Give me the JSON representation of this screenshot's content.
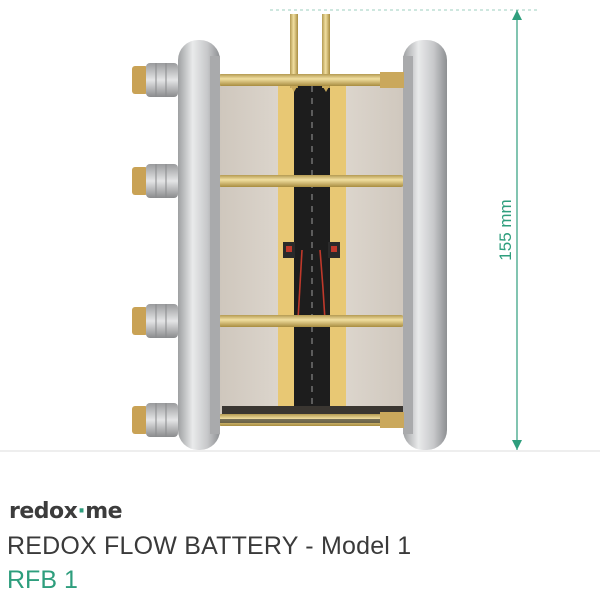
{
  "brand": {
    "prefix": "redox",
    "accent": "·",
    "suffix": "me"
  },
  "product": {
    "title": "REDOX FLOW BATTERY - Model 1",
    "model": "RFB 1"
  },
  "dimension": {
    "label": "155 mm"
  },
  "colors": {
    "accent": "#2e9e7d",
    "text": "#3a3a3a",
    "brass": "#d8c07a",
    "steel": "#c9cacb",
    "panel": "#ddd5cc"
  }
}
